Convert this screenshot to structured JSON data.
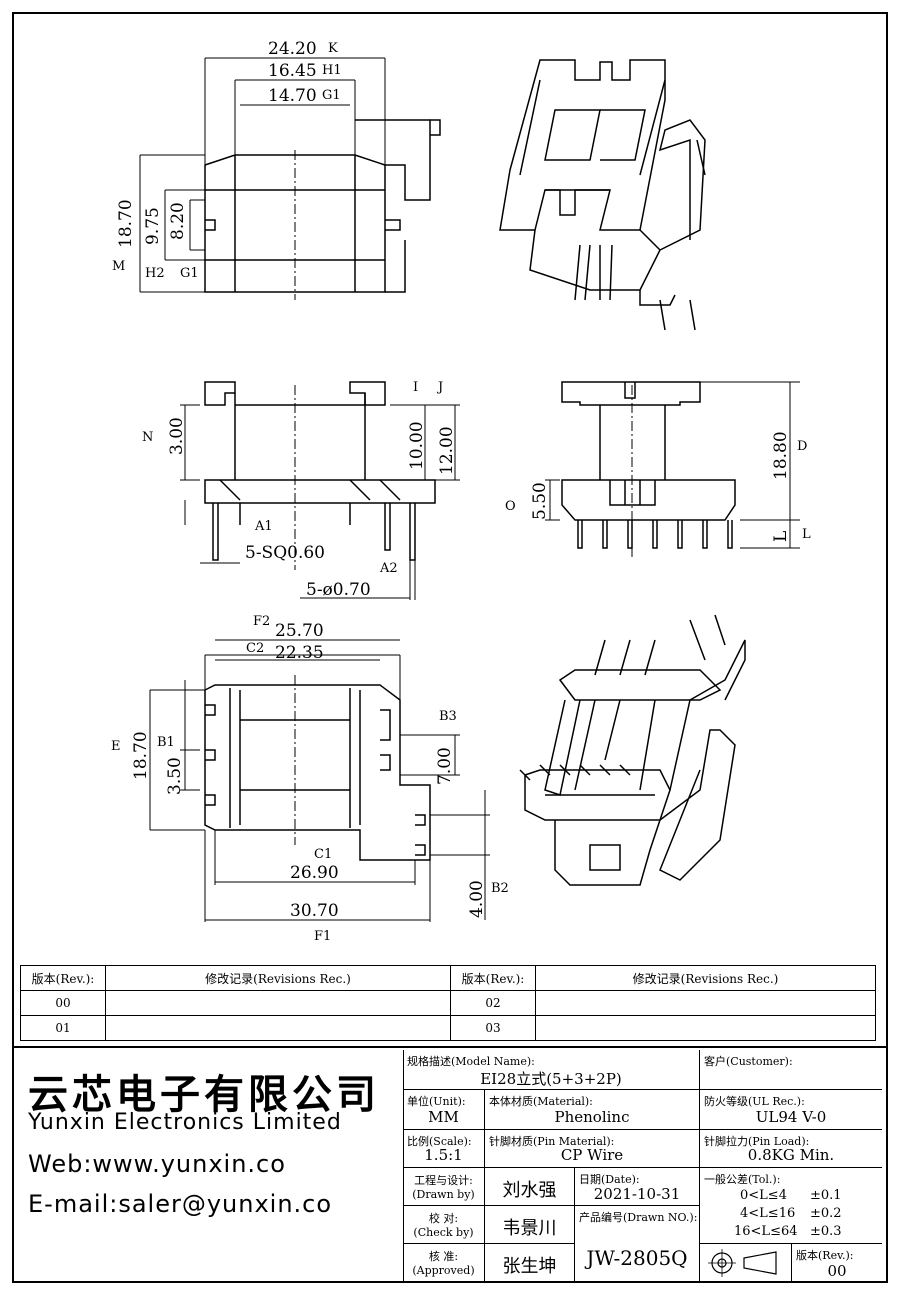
{
  "dims": {
    "top_k": "24.20",
    "top_h1": "16.45",
    "top_g1": "14.70",
    "top_m": "18.70",
    "top_h2": "9.75",
    "top_g1v": "8.20",
    "side_n": "3.00",
    "side_i": "10.00",
    "side_j": "12.00",
    "side_a1": "5-SQ0.60",
    "side_a2": "5-ø0.70",
    "right_d": "18.80",
    "right_o": "5.50",
    "right_l": "L",
    "bot_f2": "25.70",
    "bot_c2": "22.35",
    "bot_e": "18.70",
    "bot_b1": "3.50",
    "bot_b3": "7.00",
    "bot_c1": "26.90",
    "bot_f1": "30.70",
    "bot_b2": "4.00"
  },
  "tags": {
    "k": "K",
    "h1": "H1",
    "g1": "G1",
    "m": "M",
    "h2": "H2",
    "g1b": "G1",
    "i": "I",
    "j": "J",
    "n": "N",
    "a1": "A1",
    "a2": "A2",
    "d": "D",
    "o": "O",
    "l": "L",
    "f2": "F2",
    "c2": "C2",
    "e": "E",
    "b1": "B1",
    "b3": "B3",
    "c1": "C1",
    "f1": "F1",
    "b2": "B2"
  },
  "revisions": {
    "col_rev": "版本(Rev.):",
    "col_rec": "修改记录(Revisions Rec.)",
    "rows": [
      "00",
      "01",
      "02",
      "03"
    ]
  },
  "company": {
    "cn": "云芯电子有限公司",
    "en": "Yunxin Electronics Limited",
    "web": "Web:www.yunxin.co",
    "mail": "E-mail:saler@yunxin.co"
  },
  "titleblock": {
    "model_label": "规格描述(Model Name):",
    "model": "EI28立式(5+3+2P)",
    "customer_label": "客户(Customer):",
    "unit_label": "单位(Unit):",
    "unit": "MM",
    "material_label": "本体材质(Material):",
    "material": "Phenolinc",
    "ul_label": "防火等级(UL Rec.):",
    "ul": "UL94 V-0",
    "scale_label": "比例(Scale):",
    "scale": "1.5:1",
    "pin_label": "针脚材质(Pin Material):",
    "pin": "CP Wire",
    "load_label": "针脚拉力(Pin Load):",
    "load": "0.8KG Min.",
    "drawn_label1": "工程与设计:",
    "drawn_label2": "(Drawn by)",
    "drawn": "刘水强",
    "check_label1": "校 对:",
    "check_label2": "(Check by)",
    "check": "韦景川",
    "appr_label1": "核 准:",
    "appr_label2": "(Approved)",
    "appr": "张生坤",
    "date_label": "日期(Date):",
    "date": "2021-10-31",
    "drawno_label": "产品编号(Drawn NO.):",
    "drawno": "JW-2805Q",
    "tol_label": "一般公差(Tol.):",
    "tol1": "0<L≤4",
    "tol1v": "±0.1",
    "tol2": "4<L≤16",
    "tol2v": "±0.2",
    "tol3": "16<L≤64",
    "tol3v": "±0.3",
    "rev_label": "版本(Rev.):",
    "rev": "00"
  }
}
